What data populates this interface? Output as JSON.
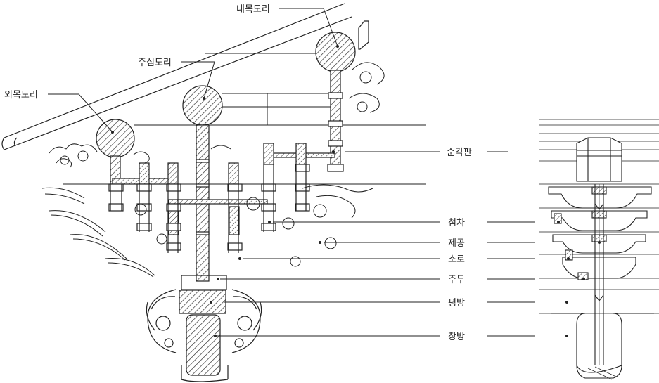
{
  "labels": {
    "naemok": "내목도리",
    "jusim": "주심도리",
    "oemok": "외목도리",
    "sungakpan": "순각판",
    "cheomcha": "첨차",
    "jegong": "제공",
    "soro": "소로",
    "judu": "주두",
    "pyeongbang": "평방",
    "changbang": "창방"
  },
  "colors": {
    "line": "#222222",
    "hatch": "#333333",
    "paper": "#ffffff"
  }
}
